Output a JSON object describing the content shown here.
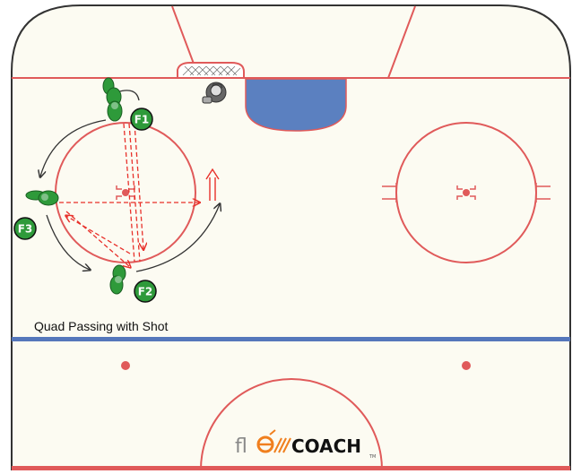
{
  "drill": {
    "title": "Quad Passing with Shot"
  },
  "players": [
    {
      "id": "f1",
      "label": "F1"
    },
    {
      "id": "f2",
      "label": "F2"
    },
    {
      "id": "f3",
      "label": "F3"
    }
  ],
  "brand": {
    "prefix": "fl",
    "mark": "e",
    "suffix": "COACH",
    "tm": "TM"
  },
  "colors": {
    "ice": "#fcfbf2",
    "board": "#333333",
    "red_line": "#e05a5a",
    "blue_line": "#5577bb",
    "crease": "#5b80c0",
    "player": "#2e9a3a",
    "pass": "#e8302a",
    "skate": "#333333",
    "brand_orange": "#f07f1e"
  }
}
